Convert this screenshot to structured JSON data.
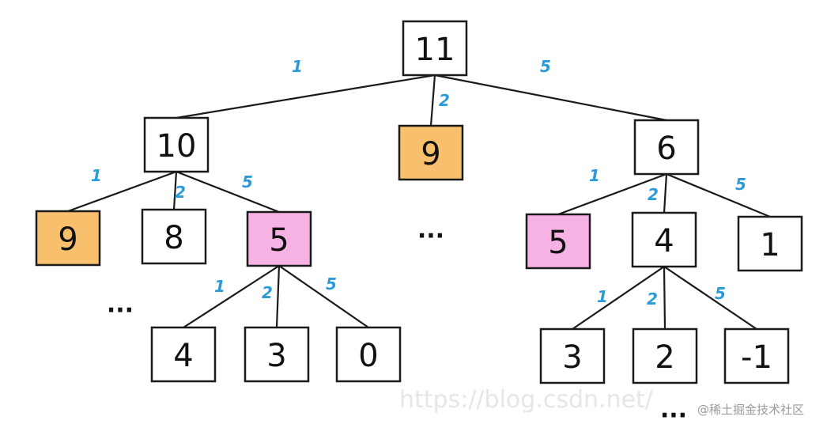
{
  "colors": {
    "box_default": "#ffffff",
    "box_orange": "#f8c06c",
    "box_pink": "#f6b2e3",
    "edge_default": "#1a1a1a",
    "edge_green": "#8cc63f",
    "edge_red": "#e0413a",
    "label": "#2b9bd8"
  },
  "nodes": [
    {
      "id": "n11",
      "label": "11",
      "fill": "default"
    },
    {
      "id": "n10",
      "label": "10",
      "fill": "default"
    },
    {
      "id": "n9c",
      "label": "9",
      "fill": "orange"
    },
    {
      "id": "n6",
      "label": "6",
      "fill": "default"
    },
    {
      "id": "n9l",
      "label": "9",
      "fill": "orange"
    },
    {
      "id": "n8",
      "label": "8",
      "fill": "default"
    },
    {
      "id": "n5l",
      "label": "5",
      "fill": "pink"
    },
    {
      "id": "n4l",
      "label": "4",
      "fill": "default"
    },
    {
      "id": "n3l",
      "label": "3",
      "fill": "default"
    },
    {
      "id": "n0",
      "label": "0",
      "fill": "default"
    },
    {
      "id": "n5r",
      "label": "5",
      "fill": "pink"
    },
    {
      "id": "n4r",
      "label": "4",
      "fill": "default"
    },
    {
      "id": "n1",
      "label": "1",
      "fill": "default"
    },
    {
      "id": "n3r",
      "label": "3",
      "fill": "default"
    },
    {
      "id": "n2",
      "label": "2",
      "fill": "default"
    },
    {
      "id": "nm1",
      "label": "-1",
      "fill": "default"
    }
  ],
  "edges": [
    {
      "id": "e11-10",
      "from": "n11",
      "to": "n10",
      "label": "1",
      "color": "default"
    },
    {
      "id": "e11-9c",
      "from": "n11",
      "to": "n9c",
      "label": "2",
      "color": "default"
    },
    {
      "id": "e11-6",
      "from": "n11",
      "to": "n6",
      "label": "5",
      "color": "default"
    },
    {
      "id": "e10-9l",
      "from": "n10",
      "to": "n9l",
      "label": "1",
      "color": "default"
    },
    {
      "id": "e10-8",
      "from": "n10",
      "to": "n8",
      "label": "2",
      "color": "default"
    },
    {
      "id": "e10-5l",
      "from": "n10",
      "to": "n5l",
      "label": "5",
      "color": "default"
    },
    {
      "id": "e5l-4l",
      "from": "n5l",
      "to": "n4l",
      "label": "1",
      "color": "default"
    },
    {
      "id": "e5l-3l",
      "from": "n5l",
      "to": "n3l",
      "label": "2",
      "color": "default"
    },
    {
      "id": "e5l-0",
      "from": "n5l",
      "to": "n0",
      "label": "5",
      "color": "green"
    },
    {
      "id": "e6-5r",
      "from": "n6",
      "to": "n5r",
      "label": "1",
      "color": "default"
    },
    {
      "id": "e6-4r",
      "from": "n6",
      "to": "n4r",
      "label": "2",
      "color": "default"
    },
    {
      "id": "e6-1",
      "from": "n6",
      "to": "n1",
      "label": "5",
      "color": "default"
    },
    {
      "id": "e4r-3r",
      "from": "n4r",
      "to": "n3r",
      "label": "1",
      "color": "default"
    },
    {
      "id": "e4r-2",
      "from": "n4r",
      "to": "n2",
      "label": "2",
      "color": "default"
    },
    {
      "id": "e4r-m1",
      "from": "n4r",
      "to": "nm1",
      "label": "5",
      "color": "red"
    }
  ],
  "ellipses": [
    {
      "id": "ell-center",
      "text": "..."
    },
    {
      "id": "ell-left",
      "text": "..."
    },
    {
      "id": "ell-bottom",
      "text": "..."
    }
  ],
  "watermark": {
    "url": "https://blog.csdn.net/",
    "credit": "@稀土掘金技术社区"
  }
}
